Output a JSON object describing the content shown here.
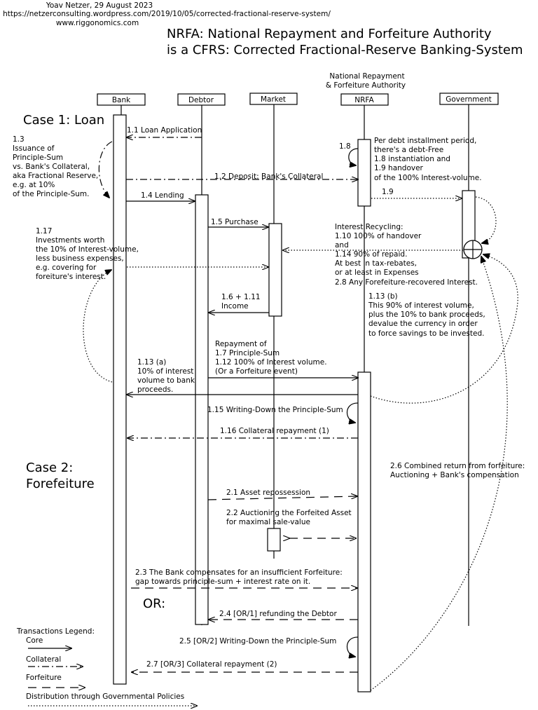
{
  "header": {
    "author_line": "Yoav Netzer, 29 August 2023",
    "url_line": "https://netzerconsulting.wordpress.com/2019/10/05/corrected-fractional-reserve-system/",
    "site_line": "www.riggonomics.com",
    "title_line1": "NRFA: National Repayment and Forfeiture Authority",
    "title_line2": "is a CFRS: Corrected Fractional-Reserve Banking-System"
  },
  "nrfa_caption": [
    "National Repayment",
    "& Forfeiture Authority"
  ],
  "actors": {
    "bank": "Bank",
    "debtor": "Debtor",
    "market": "Market",
    "nrfa": "NRFA",
    "government": "Government"
  },
  "cases": {
    "case1": "Case 1: Loan",
    "case2_line1": "Case 2:",
    "case2_line2": "Forefeiture",
    "or_label": "OR:"
  },
  "messages": {
    "m1_1": "1.1 Loan Application",
    "m1_2": "1.2 Deposit: Bank's Collateral",
    "m1_4": "1.4 Lending",
    "m1_5": "1.5 Purchase",
    "m1_6": "1.6 + 1.11",
    "m1_6b": "Income",
    "m1_8": "1.8",
    "m1_9": "1.9",
    "m1_15": "1.15 Writing-Down the Principle-Sum",
    "m1_16": "1.16 Collateral repayment (1)",
    "m2_1": "2.1 Asset repossession",
    "m2_2a": "2.2 Auctioning the Forfeited Asset",
    "m2_2b": "for maximal sale-value",
    "m2_3a": "2.3 The Bank compensates for an insufficient Forfeiture:",
    "m2_3b": "gap towards principle-sum + interest rate on it.",
    "m2_4": "2.4 [OR/1] refunding the Debtor",
    "m2_5": "2.5 [OR/2] Writing-Down the Principle-Sum",
    "m2_7": "2.7 [OR/3] Collateral repayment (2)"
  },
  "notes": {
    "n1_3": [
      "1.3",
      "Issuance of",
      "Principle-Sum",
      "vs. Bank's Collateral,",
      "aka Fractional Reserve,",
      "e.g. at 10%",
      "of the Principle-Sum."
    ],
    "n1_17": [
      "1.17",
      "Investments worth",
      "the 10% of Interest-volume,",
      "less business expenses,",
      "e.g. covering for",
      "foreiture's interest."
    ],
    "n_period": [
      "Per debt installment period,",
      "there's a debt-Free",
      "1.8 instantiation and",
      "1.9 handover",
      "of the 100% Interest-volume."
    ],
    "n_recycling": [
      "Interest Recycling:",
      "1.10 100% of handover",
      "and",
      "1.14 90% of repaid.",
      "At best in tax-rebates,",
      "or at least in Expenses",
      "2.8 Any Forefeiture-recovered Interest."
    ],
    "n1_13b": [
      "1.13 (b)",
      "This 90% of interest volume,",
      "plus the 10% to bank proceeds,",
      "devalue the currency in order",
      "to force savings to be invested."
    ],
    "n_repayment": [
      "Repayment of",
      "1.7 Principle-Sum",
      "1.12 100% of Interest volume.",
      "(Or a Forfeiture event)"
    ],
    "n1_13a": [
      "1.13 (a)",
      "10% of interest",
      "volume to bank",
      "proceeds."
    ],
    "n2_6": [
      "2.6 Combined return from forfeiture:",
      "Auctioning + Bank's compensation"
    ]
  },
  "legend": {
    "title": "Transactions Legend:",
    "core": "Core",
    "collateral": "Collateral",
    "forfeiture": "Forfeiture",
    "distribution": "Distribution through Governmental Policies"
  }
}
